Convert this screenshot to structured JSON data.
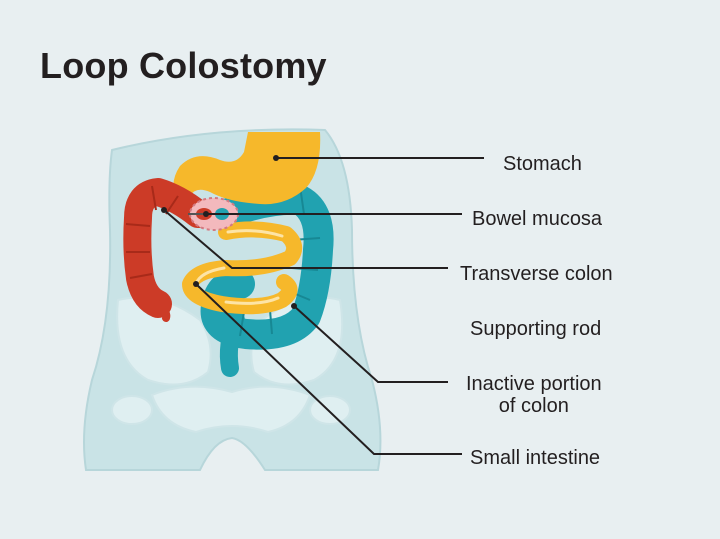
{
  "title": "Loop Colostomy",
  "labels": {
    "stomach": "Stomach",
    "bowel_mucosa": "Bowel mucosa",
    "transverse_colon": "Transverse colon",
    "supporting_rod": "Supporting rod",
    "inactive_portion_line1": "Inactive portion",
    "inactive_portion_line2": "of colon",
    "small_intestine": "Small intestine"
  },
  "colors": {
    "background": "#e8eff1",
    "body_silhouette": "#c9e3e6",
    "bones": "#dfeff1",
    "stomach_and_small_intestine": "#f6b82b",
    "active_colon": "#cc3b27",
    "inactive_colon": "#21a2b0",
    "stoma_mucosa": "#f3b9bd",
    "leader_lines": "#231f20"
  }
}
